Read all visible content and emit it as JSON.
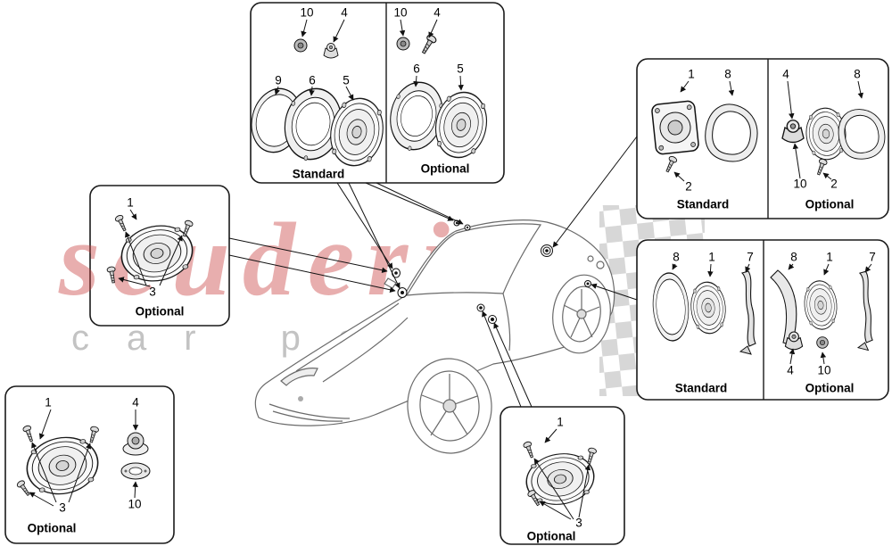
{
  "watermark": {
    "title": "scuderia",
    "subtitle": "car parts"
  },
  "panels": {
    "top_center": {
      "standard": {
        "label": "Standard",
        "nums": {
          "n10": "10",
          "n4": "4",
          "n9": "9",
          "n6": "6",
          "n5": "5"
        }
      },
      "optional": {
        "label": "Optional",
        "nums": {
          "n10": "10",
          "n4": "4",
          "n6": "6",
          "n5": "5"
        }
      }
    },
    "left": {
      "optional": {
        "label": "Optional",
        "nums": {
          "n1": "1",
          "n3": "3"
        }
      }
    },
    "top_right": {
      "standard": {
        "label": "Standard",
        "nums": {
          "n1": "1",
          "n8": "8",
          "n2": "2"
        }
      },
      "optional": {
        "label": "Optional",
        "nums": {
          "n4": "4",
          "n8": "8",
          "n10": "10",
          "n2": "2"
        }
      }
    },
    "mid_right": {
      "standard": {
        "label": "Standard",
        "nums": {
          "n8": "8",
          "n1": "1",
          "n7": "7"
        }
      },
      "optional": {
        "label": "Optional",
        "nums": {
          "n8": "8",
          "n1": "1",
          "n7": "7",
          "n4": "4",
          "n10": "10"
        }
      }
    },
    "bottom_left": {
      "optional": {
        "label": "Optional",
        "nums": {
          "n1": "1",
          "n4": "4",
          "n3": "3",
          "n10": "10"
        }
      }
    },
    "bottom_center": {
      "optional": {
        "label": "Optional",
        "nums": {
          "n1": "1",
          "n3": "3"
        }
      }
    }
  }
}
